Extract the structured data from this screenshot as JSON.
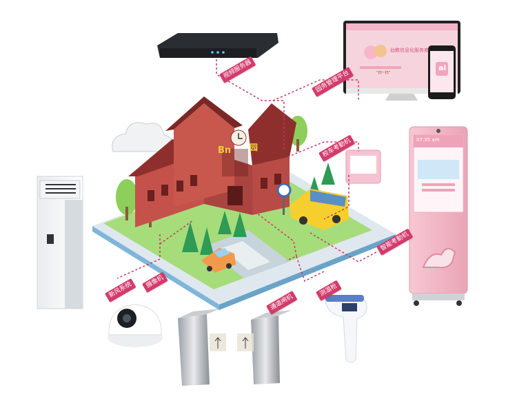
{
  "labels": {
    "video_server": "视频服务器",
    "cloud_platform": "园务管理平台",
    "bus_attendance": "校车考勤机",
    "fresh_air": "新风系统",
    "camera": "摄像机",
    "gate": "通道闸机",
    "thermometer": "测温枪",
    "smart_attendance": "智能考勤机"
  },
  "school_sign": {
    "letters": "Bn",
    "char": "园"
  },
  "monitor_screen": {
    "title": "幼教信息化服务商",
    "button": "“扫一扫”"
  },
  "phone_screen": {
    "logo": "ai"
  },
  "kiosk_screen": {
    "time": "07:35 am"
  },
  "colors": {
    "accent": "#d33b6b",
    "brand_pink": "#f2b6c6",
    "building": "#c4524a",
    "roof": "#8e2f2e",
    "grass": "#9bd36b",
    "water": "#7fb6d9"
  }
}
